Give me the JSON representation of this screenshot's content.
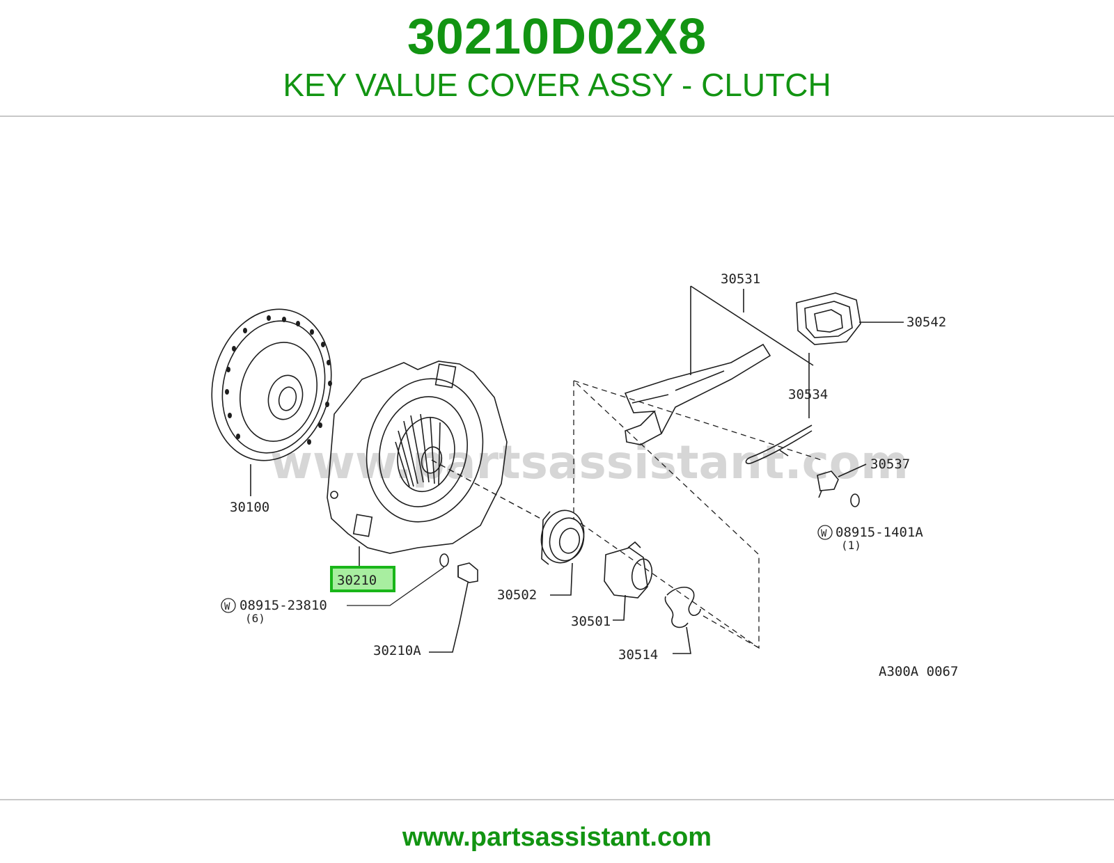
{
  "header": {
    "part_number": "30210D02X8",
    "description": "KEY VALUE COVER ASSY - CLUTCH"
  },
  "diagram": {
    "watermark": "www.partsassistant.com",
    "reference_code": "A300A 0067",
    "highlighted_part": "30210",
    "callouts": {
      "c30531": "30531",
      "c30542": "30542",
      "c30534": "30534",
      "c30537": "30537",
      "c08915_1401A": "08915-1401A",
      "c08915_1401A_qty": "(1)",
      "c30100": "30100",
      "c30210": "30210",
      "c08915_23810": "08915-23810",
      "c08915_23810_qty": "(6)",
      "c30502": "30502",
      "c30501": "30501",
      "c30210A": "30210A",
      "c30514": "30514",
      "washer_mark": "W"
    }
  },
  "footer": {
    "url": "www.partsassistant.com"
  },
  "colors": {
    "brand_green": "#129412",
    "highlight_fill": "#a8eea0",
    "highlight_border": "#19b619",
    "line_art": "#1e1e1e",
    "rule": "#c8c8c8"
  }
}
